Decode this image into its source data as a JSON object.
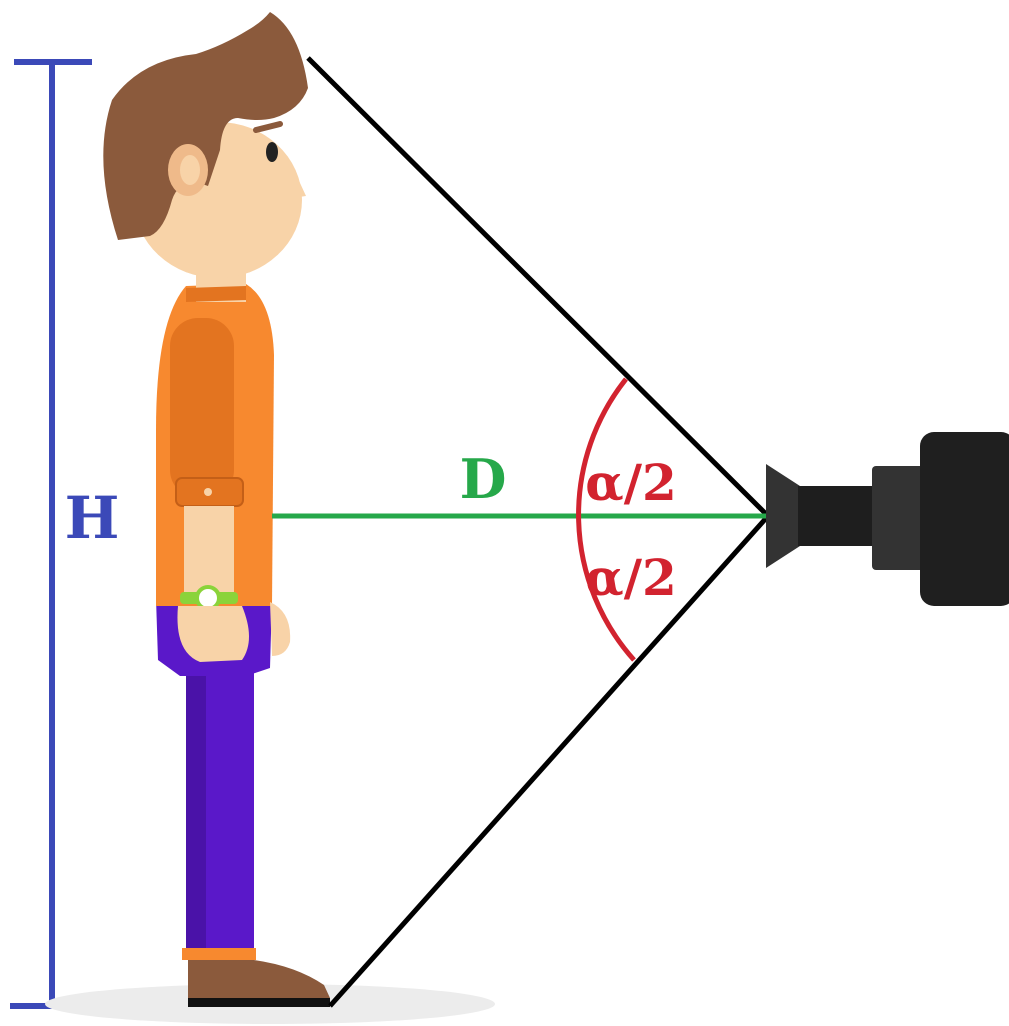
{
  "labels": {
    "height": "H",
    "distance": "D",
    "half_angle_top": "α/2",
    "half_angle_bottom": "α/2"
  },
  "colors": {
    "height_marker": "#3b49b8",
    "distance_line": "#26a84a",
    "angle_arc": "#d2232f",
    "field_of_view_lines": "#000000",
    "shirt": "#f7892f",
    "pants": "#5a18c9",
    "hair": "#8b5a3c",
    "skin": "#f8d3a8",
    "camera_body": "#242424"
  },
  "icons": {
    "person": "person-side-view",
    "camera": "camera-side-view"
  }
}
